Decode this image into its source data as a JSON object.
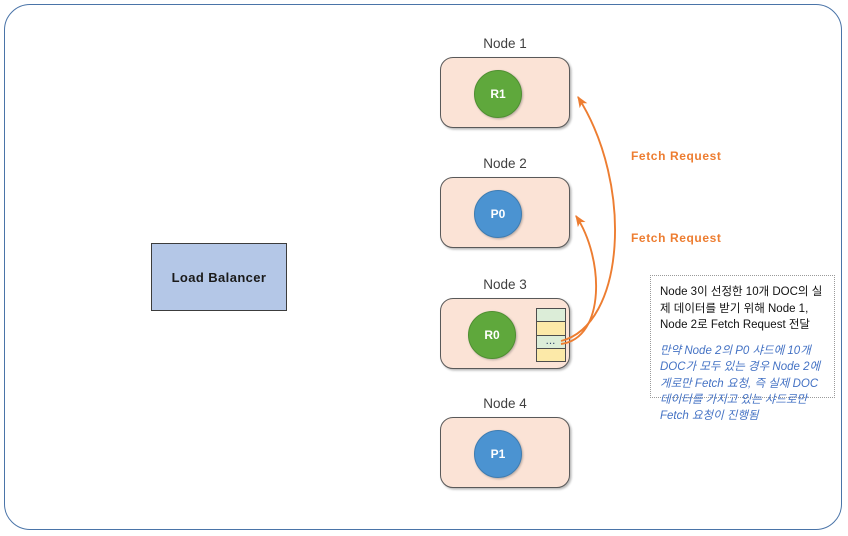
{
  "diagram": {
    "load_balancer": {
      "label": "Load Balancer"
    },
    "nodes": [
      {
        "title": "Node 1",
        "shard": "R1",
        "shard_type": "replica"
      },
      {
        "title": "Node 2",
        "shard": "P0",
        "shard_type": "primary"
      },
      {
        "title": "Node 3",
        "shard": "R0",
        "shard_type": "replica"
      },
      {
        "title": "Node 4",
        "shard": "P1",
        "shard_type": "primary"
      }
    ],
    "shard_stack": {
      "rows": [
        "",
        "",
        "...",
        ""
      ]
    },
    "arrows": [
      {
        "label": "Fetch  Request",
        "from": "Node 3",
        "to": "Node 1"
      },
      {
        "label": "Fetch  Request",
        "from": "Node 3",
        "to": "Node 2"
      }
    ],
    "annotation": {
      "primary": "Node 3이 선정한 10개 DOC의 실제 데이터를 받기 위해 Node 1, Node 2로 Fetch Request 전달",
      "secondary": "만약 Node 2의 P0 샤드에 10개 DOC가 모두 있는 경우 Node 2에게로만 Fetch 요청, 즉 실제 DOC 데이터를 가지고 있는 샤드로만 Fetch 요청이 진행됨"
    },
    "colors": {
      "frame_border": "#4A74A8",
      "node_fill": "#FBE3D6",
      "node_border": "#595959",
      "replica_green": "#5FA83C",
      "primary_blue": "#4B93D1",
      "load_balancer_fill": "#B4C7E7",
      "arrow_orange": "#ED7D31",
      "annotation_blue": "#4472C4",
      "stack_green": "#DCEDD8",
      "stack_yellow": "#FCE9A8"
    }
  }
}
